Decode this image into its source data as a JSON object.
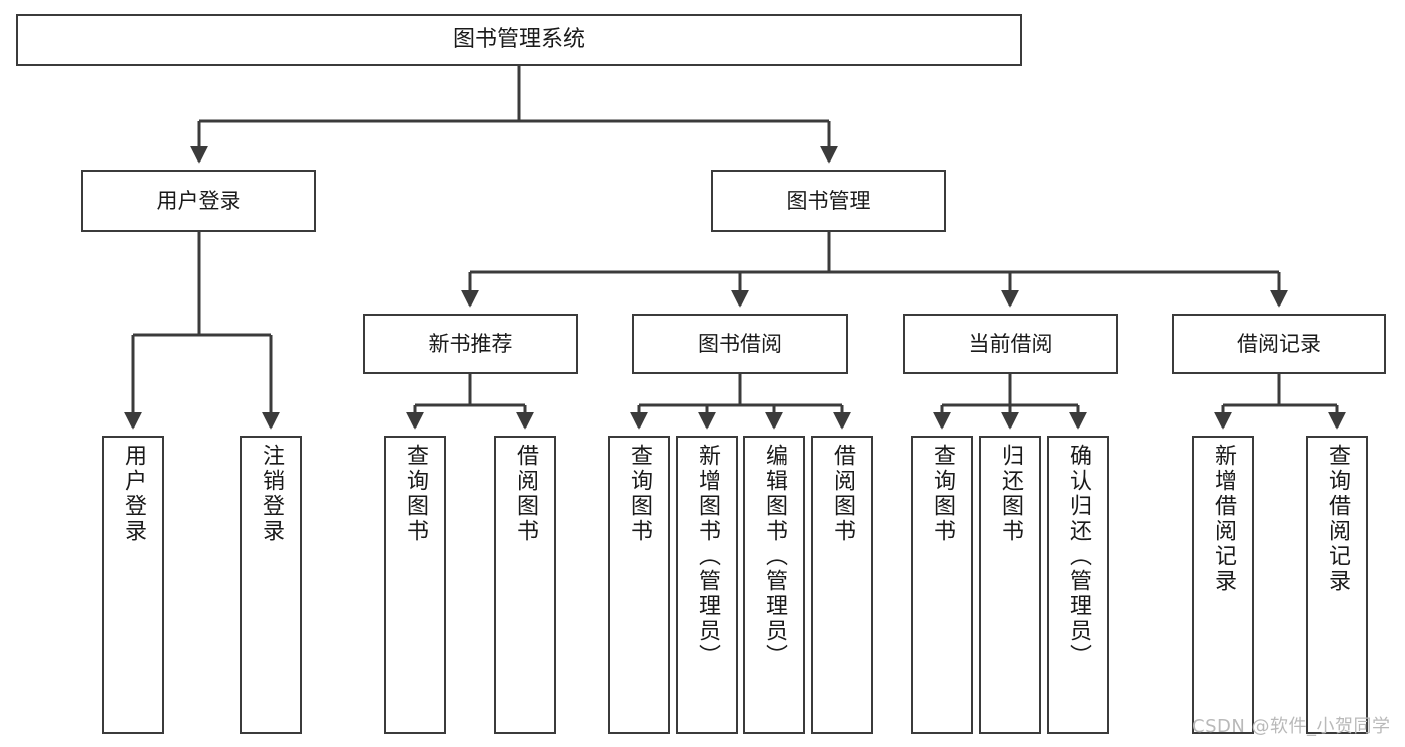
{
  "diagram": {
    "type": "tree-flowchart",
    "background_color": "#ffffff",
    "line_color": "#3b3b3b",
    "box_fill": "#ffffff",
    "root": {
      "label": "图书管理系统"
    },
    "level2": [
      {
        "label": "用户登录"
      },
      {
        "label": "图书管理"
      }
    ],
    "level3": [
      {
        "label": "新书推荐"
      },
      {
        "label": "图书借阅"
      },
      {
        "label": "当前借阅"
      },
      {
        "label": "借阅记录"
      }
    ],
    "leaves": {
      "user_login": [
        {
          "label": "用户登录"
        },
        {
          "label": "注销登录"
        }
      ],
      "new_book_recommend": [
        {
          "label": "查询图书"
        },
        {
          "label": "借阅图书"
        }
      ],
      "book_borrow": [
        {
          "label": "查询图书"
        },
        {
          "label": "新增图书（管理员）"
        },
        {
          "label": "编辑图书（管理员）"
        },
        {
          "label": "借阅图书"
        }
      ],
      "current_borrow": [
        {
          "label": "查询图书"
        },
        {
          "label": "归还图书"
        },
        {
          "label": "确认归还（管理员）"
        }
      ],
      "borrow_records": [
        {
          "label": "新增借阅记录"
        },
        {
          "label": "查询借阅记录"
        }
      ]
    }
  },
  "watermark": {
    "text": "CSDN @软件_小贺同学",
    "color": "#b9b9b9"
  }
}
